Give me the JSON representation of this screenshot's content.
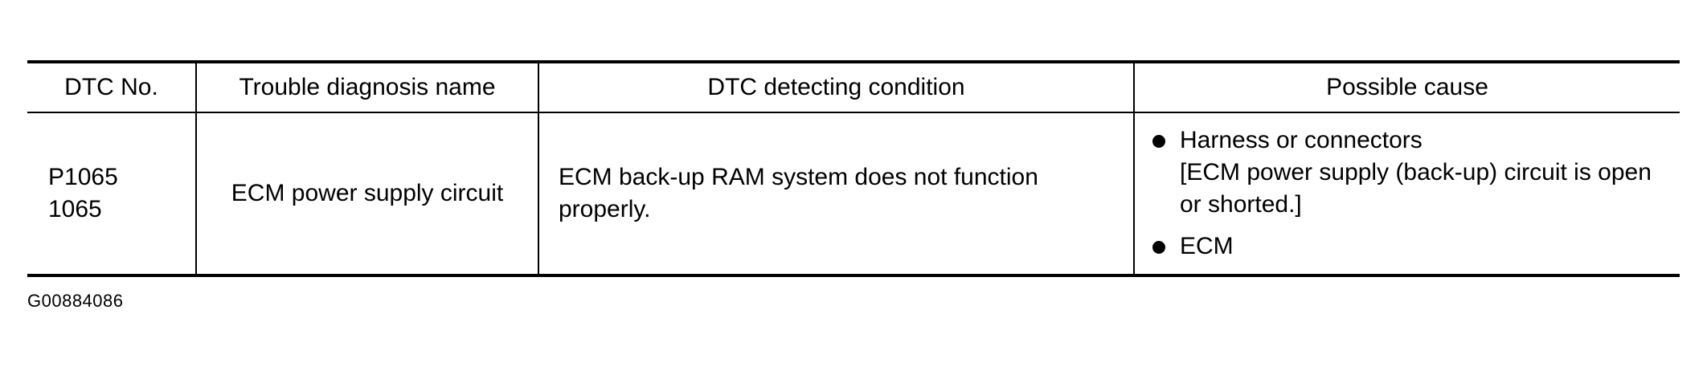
{
  "table": {
    "headers": [
      "DTC No.",
      "Trouble diagnosis name",
      "DTC detecting condition",
      "Possible cause"
    ],
    "row": {
      "dtc_no": [
        "P1065",
        "1065"
      ],
      "name": "ECM power supply circuit",
      "condition": "ECM back-up RAM system does not function properly.",
      "causes": [
        {
          "title": "Harness or connectors",
          "detail": "[ECM power supply (back-up) circuit is open or shorted.]"
        },
        {
          "title": "ECM",
          "detail": ""
        }
      ]
    }
  },
  "figure_id": "G00884086",
  "icons": {
    "bullet": "bullet-dot-icon"
  }
}
